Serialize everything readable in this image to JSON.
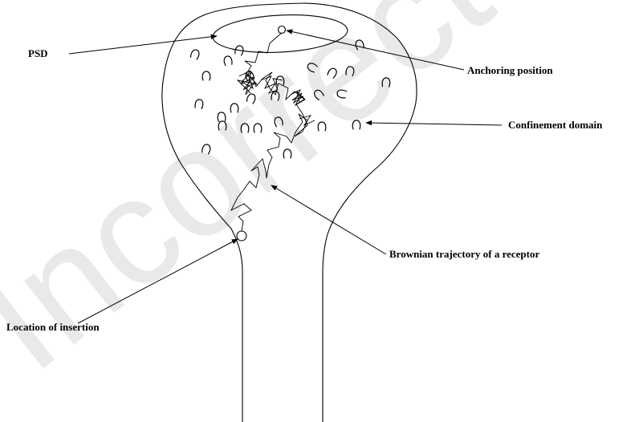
{
  "labels": {
    "psd": "PSD",
    "anchoring": "Anchoring position",
    "confinement": "Confinement domain",
    "brownian": "Brownian trajectory of a receptor",
    "insertion": "Location of insertion"
  },
  "watermark": {
    "text": "Incorrect"
  },
  "colors": {
    "ink": "#000000",
    "watermark": "#e9e9e9",
    "background": "#ffffff"
  }
}
